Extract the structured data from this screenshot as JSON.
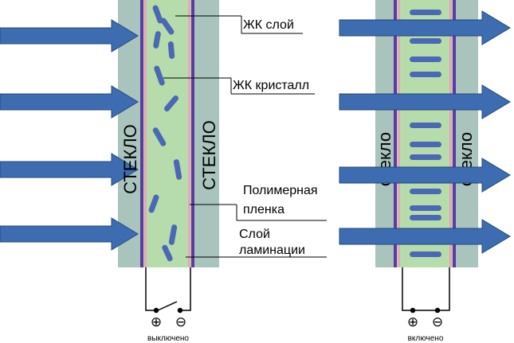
{
  "labels": {
    "lc_layer": "ЖК слой",
    "lc_crystal": "ЖК кристалл",
    "polymer_film_line1": "Полимерная",
    "polymer_film_line2": "пленка",
    "lamination_line1": "Слой",
    "lamination_line2": "ламинации",
    "glass_left_cell": "СТЕКЛО",
    "glass_right_cell": "стекло",
    "state_off": "выключено",
    "state_on": "включено",
    "plus_symbol": "⊕",
    "minus_symbol": "⊖"
  },
  "colors": {
    "glass": "#a9c3bd",
    "lc_layer": "#b6dcab",
    "polymer_film": "#5b3aa8",
    "lamination": "#e7a6b5",
    "crystal": "#4a68b5",
    "arrow": "#3d6db0",
    "arrow_outline": "#24487c"
  },
  "icons": {
    "power_switch": "open-switch-icon",
    "terminal_positive": "plus-terminal-icon",
    "terminal_negative": "minus-terminal-icon"
  }
}
